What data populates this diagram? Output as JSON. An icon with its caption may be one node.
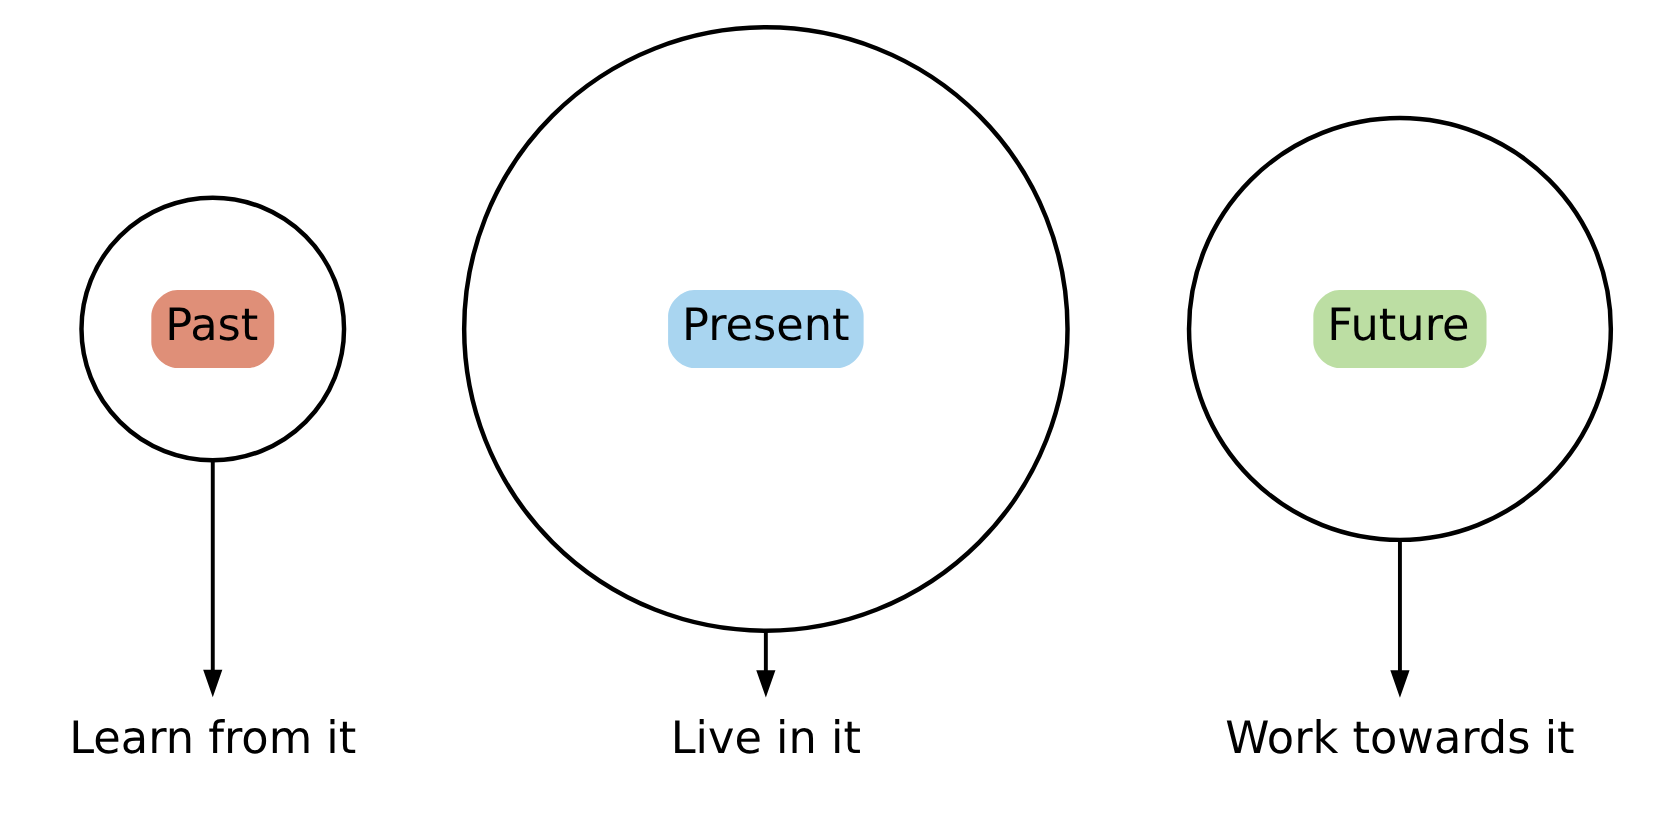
{
  "diagram": {
    "nodes": [
      {
        "text": [
          "Past"
        ]
      },
      {
        "text": [
          "Present"
        ]
      },
      {
        "text": [
          "Future"
        ]
      },
      {
        "text": [
          "Learn from it"
        ]
      },
      {
        "text": [
          "Live in it"
        ]
      },
      {
        "text": [
          "Work towards it"
        ]
      }
    ],
    "edges": [
      {
        "from": 0,
        "to": 3,
        "arrow": "to"
      },
      {
        "from": 1,
        "to": 4,
        "arrow": "to"
      },
      {
        "from": 2,
        "to": 5,
        "arrow": "to"
      }
    ]
  }
}
